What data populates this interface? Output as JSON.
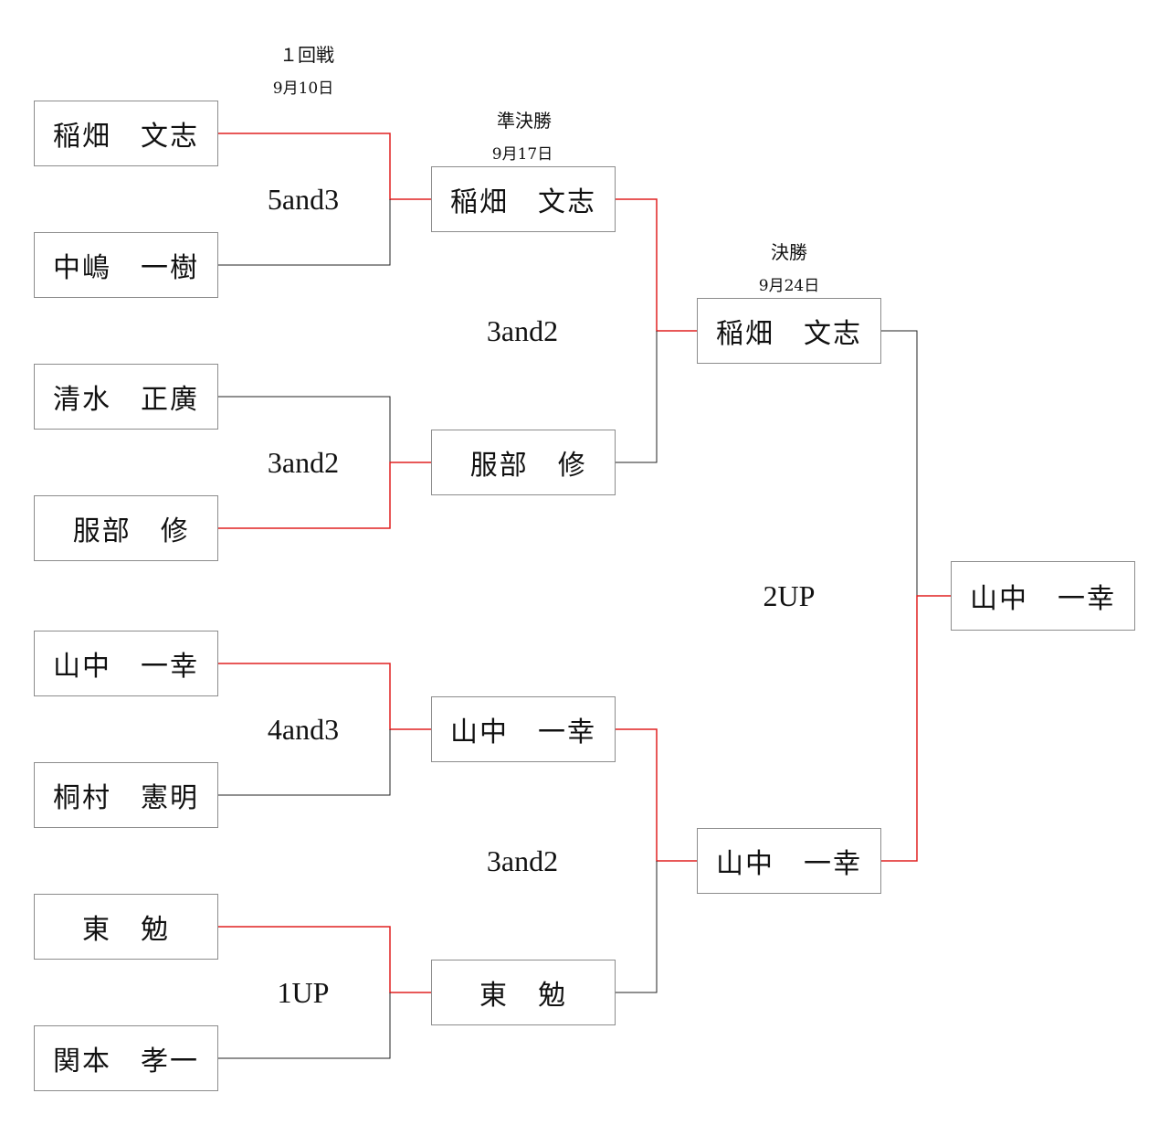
{
  "rounds": [
    {
      "name": "１回戦",
      "date": "9月10日"
    },
    {
      "name": "準決勝",
      "date": "9月17日"
    },
    {
      "name": "決勝",
      "date": "9月24日"
    }
  ],
  "first_round": [
    "稲畑　文志",
    "中嶋　一樹",
    "清水　正廣",
    " 服部　修",
    "山中　一幸",
    "桐村　憲明",
    "東　勉",
    "関本　孝一"
  ],
  "semifinal": [
    "稲畑　文志",
    " 服部　修",
    "山中　一幸",
    "東　勉"
  ],
  "final": [
    "稲畑　文志",
    "山中　一幸"
  ],
  "champion": "山中　一幸",
  "scores": {
    "r1": [
      "5and3",
      "3and2",
      "4and3",
      "1UP"
    ],
    "sf": [
      "3and2",
      "3and2"
    ],
    "final": "2UP"
  },
  "colors": {
    "winner_line": "#e02020",
    "loser_line": "#222222",
    "box_border": "#8c8c8c"
  }
}
